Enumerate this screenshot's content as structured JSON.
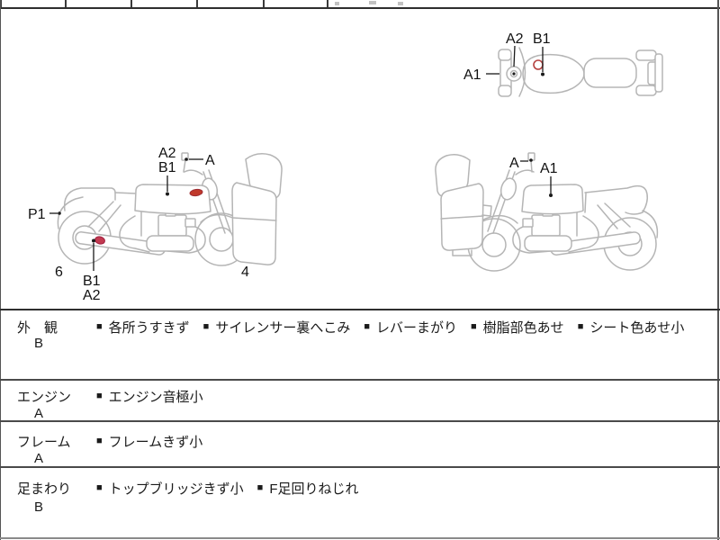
{
  "diagram": {
    "top_view": {
      "labels": {
        "a2": "A2",
        "b1": "B1",
        "a1": "A1"
      }
    },
    "left_view": {
      "labels": {
        "a2_top": "A2",
        "b1_top": "B1",
        "a": "A",
        "p1": "P1",
        "rear_tread_depth": "6",
        "b1_bottom": "B1",
        "a2_bottom": "A2",
        "front_tread_depth": "4"
      }
    },
    "right_view": {
      "labels": {
        "a": "A",
        "a1": "A1"
      }
    },
    "colors": {
      "line_art": "#b5b5b5",
      "callout": "#1a1a1a",
      "damage_red_fill": "#c0392b",
      "damage_red_stroke": "#9e2d33"
    }
  },
  "table": {
    "bullet": "■",
    "rows": [
      {
        "category": "外　観",
        "grade": "B",
        "items": [
          "各所うすきず",
          "サイレンサー裏へこみ",
          "レバーまがり",
          "樹脂部色あせ",
          "シート色あせ小"
        ]
      },
      {
        "category": "エンジン",
        "grade": "A",
        "items": [
          "エンジン音極小"
        ]
      },
      {
        "category": "フレーム",
        "grade": "A",
        "items": [
          "フレームきず小"
        ]
      },
      {
        "category": "足まわり",
        "grade": "B",
        "items": [
          "トップブリッジきず小",
          "F足回りねじれ"
        ]
      }
    ]
  }
}
